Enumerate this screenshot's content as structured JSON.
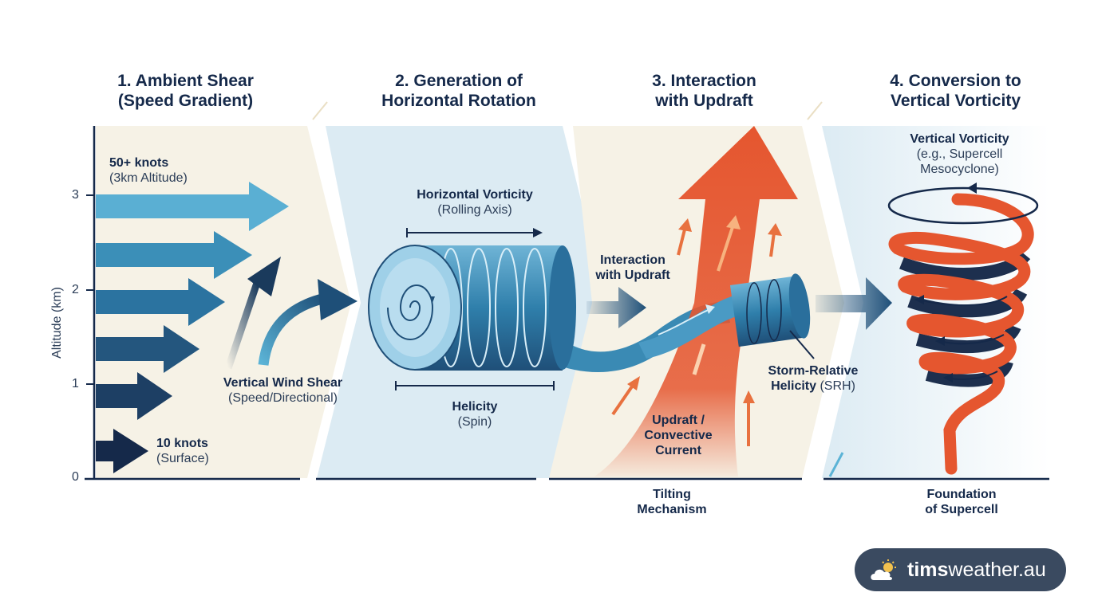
{
  "panels": [
    {
      "title_1": "1. Ambient Shear",
      "title_2": "(Speed Gradient)"
    },
    {
      "title_1": "2. Generation of",
      "title_2": "Horizontal Rotation"
    },
    {
      "title_1": "3. Interaction",
      "title_2": "with Updraft"
    },
    {
      "title_1": "4. Conversion to",
      "title_2": "Vertical Vorticity"
    }
  ],
  "axis": {
    "label": "Altitude (km)",
    "ticks": [
      "3",
      "2",
      "1",
      "0"
    ]
  },
  "panel1": {
    "top_label": "50+ knots",
    "top_sub": "(3km Altitude)",
    "shear_label": "Vertical Wind Shear",
    "shear_sub": "(Speed/Directional)",
    "bottom_label": "10 knots",
    "bottom_sub": "(Surface)"
  },
  "panel2": {
    "vorticity_label": "Horizontal Vorticity",
    "vorticity_sub": "(Rolling Axis)",
    "helicity_label": "Helicity",
    "helicity_sub": "(Spin)"
  },
  "panel3": {
    "interaction_1": "Interaction",
    "interaction_2": "with Updraft",
    "srh_label": "Storm-Relative",
    "srh_label_2": "Helicity",
    "srh_sub": "(SRH)",
    "updraft_1": "Updraft /",
    "updraft_2": "Convective",
    "updraft_3": "Current",
    "footer_1": "Tilting",
    "footer_2": "Mechanism"
  },
  "panel4": {
    "vertical_label": "Vertical Vorticity",
    "vertical_sub_1": "(e.g., Supercell",
    "vertical_sub_2": "Mesocyclone)",
    "footer_1": "Foundation",
    "footer_2": "of Supercell"
  },
  "brand": {
    "prefix": "tims",
    "suffix": "weather.au"
  },
  "colors": {
    "navy": "#15294a",
    "teal": "#2e7ea6",
    "light_blue": "#5bb3d6",
    "orange": "#e5562f",
    "beige_panel": "#f6f2e6",
    "blue_panel": "#dcebf3"
  }
}
